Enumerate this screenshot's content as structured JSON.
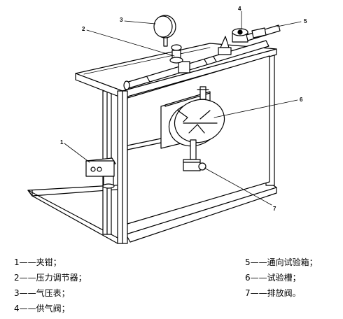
{
  "callouts": {
    "c1": "1",
    "c2": "2",
    "c3": "3",
    "c4": "4",
    "c5": "5",
    "c6": "6",
    "c7": "7"
  },
  "legend": {
    "left": [
      "1——夹钳；",
      "2——压力调节器；",
      "3——气压表；",
      "4——供气阀；"
    ],
    "right": [
      "5——通向试验箱；",
      "6——试验槽；",
      "7——排放阀。"
    ]
  }
}
